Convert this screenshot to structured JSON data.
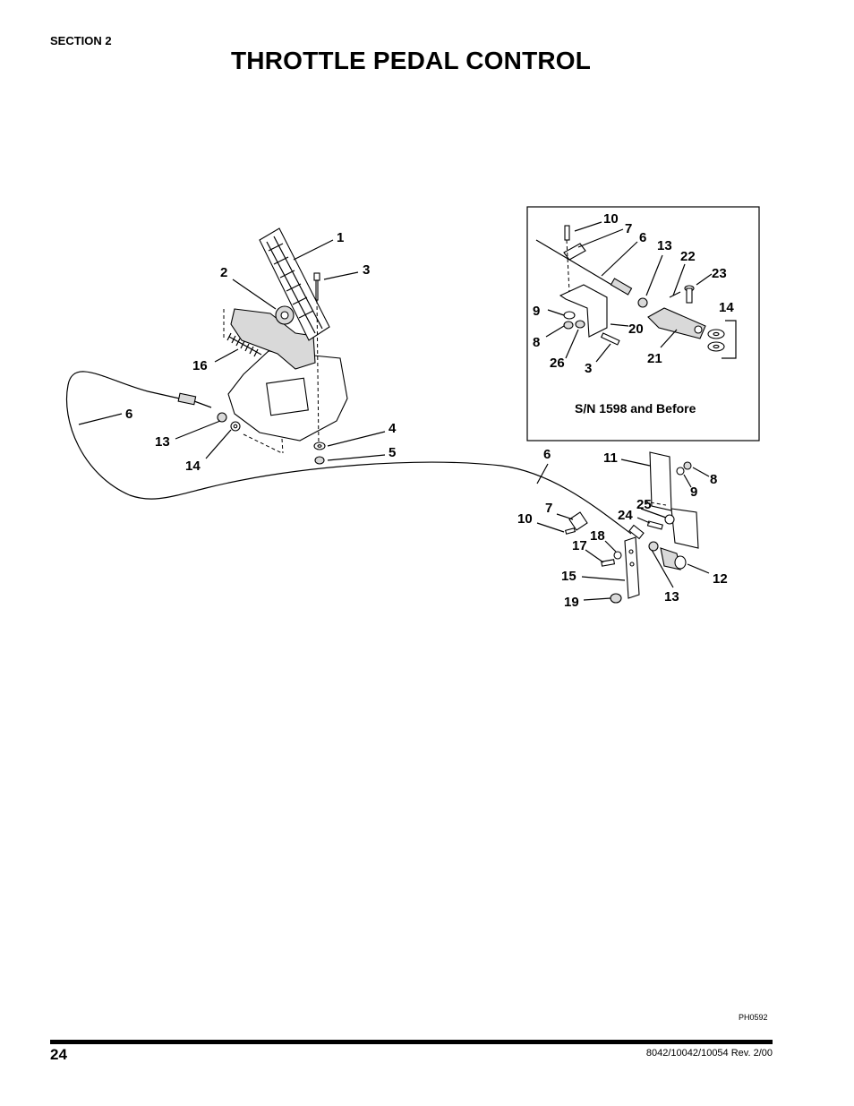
{
  "header": {
    "section": "SECTION 2",
    "title": "THROTTLE PEDAL CONTROL"
  },
  "diagram": {
    "inset_caption": "S/N 1598 and Before",
    "figure_code": "PH0592",
    "callouts": {
      "c1": "1",
      "c2": "2",
      "c3": "3",
      "c16": "16",
      "c6a": "6",
      "c13a": "13",
      "c14a": "14",
      "c4": "4",
      "c5": "5",
      "i10": "10",
      "i7": "7",
      "i6": "6",
      "i13": "13",
      "i22": "22",
      "i23": "23",
      "i14": "14",
      "i9": "9",
      "i8": "8",
      "i20": "20",
      "i26": "26",
      "i3": "3",
      "i21": "21",
      "c6b": "6",
      "c11": "11",
      "c8": "8",
      "c9": "9",
      "c25": "25",
      "c24": "24",
      "c7": "7",
      "c10": "10",
      "c18": "18",
      "c17": "17",
      "c15": "15",
      "c12": "12",
      "c13b": "13",
      "c19": "19"
    }
  },
  "footer": {
    "page_number": "24",
    "doc_revision": "8042/10042/10054 Rev. 2/00"
  }
}
